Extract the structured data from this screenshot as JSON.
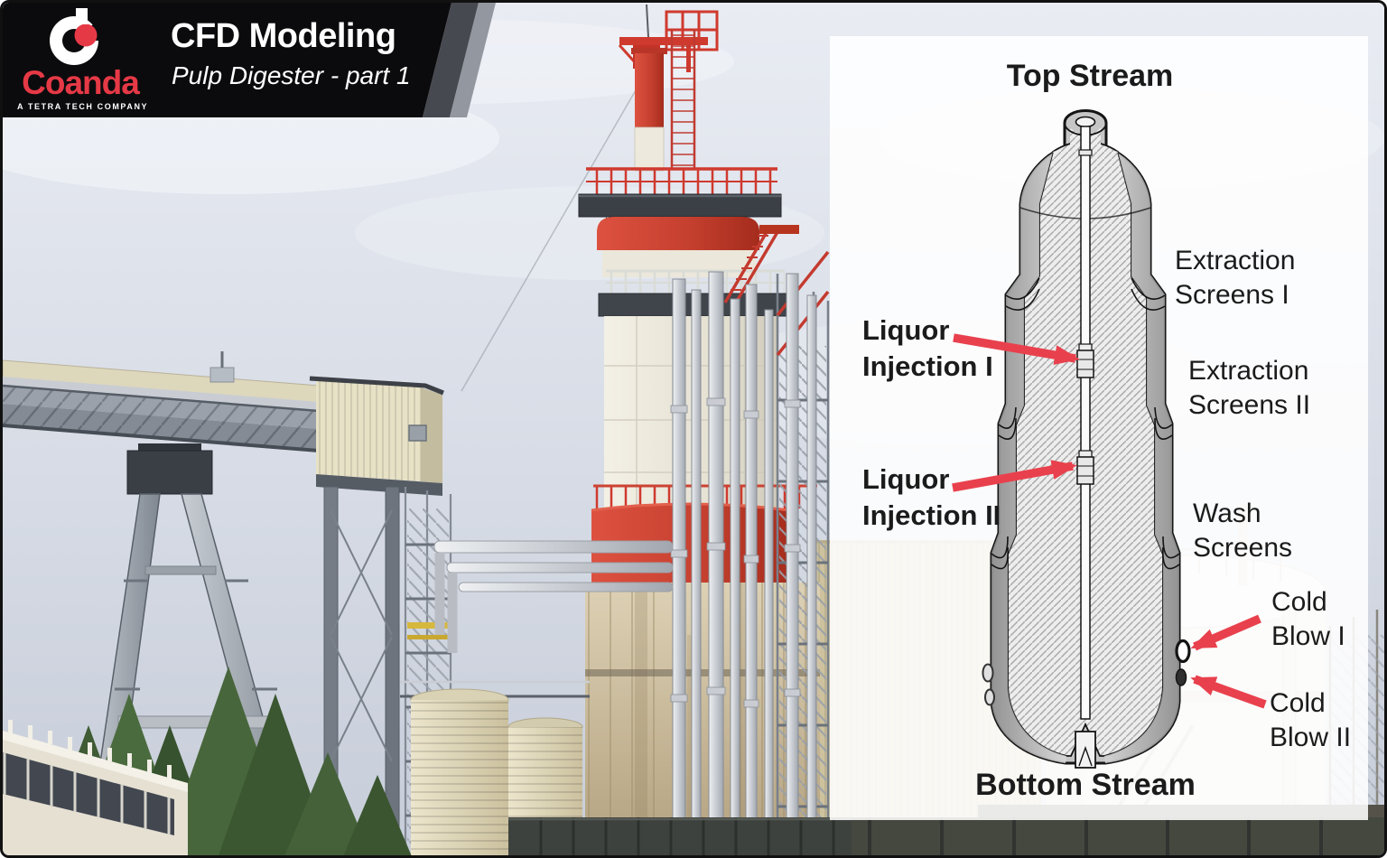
{
  "header": {
    "brand_name": "Coanda",
    "brand_tagline": "A TETRA TECH COMPANY",
    "title": "CFD Modeling",
    "subtitle": "Pulp Digester - part 1"
  },
  "diagram": {
    "title_top": "Top Stream",
    "title_bottom": "Bottom Stream",
    "labels": {
      "extraction_screens_1": {
        "l1": "Extraction",
        "l2": "Screens I"
      },
      "extraction_screens_2": {
        "l1": "Extraction",
        "l2": "Screens II"
      },
      "liquor_injection_1": {
        "l1": "Liquor",
        "l2": "Injection I"
      },
      "liquor_injection_2": {
        "l1": "Liquor",
        "l2": "Injection II"
      },
      "wash_screens": {
        "l1": "Wash",
        "l2": "Screens"
      },
      "cold_blow_1": {
        "l1": "Cold",
        "l2": "Blow I"
      },
      "cold_blow_2": {
        "l1": "Cold",
        "l2": "Blow II"
      }
    }
  },
  "colors": {
    "brand_red": "#e63946",
    "arrow_red": "#e8414d",
    "banner_black": "#0b0b0d",
    "panel_white": "rgba(255,255,255,0.88)",
    "tower_red": "#c6402f",
    "sky_top": "#e9ecf3"
  }
}
